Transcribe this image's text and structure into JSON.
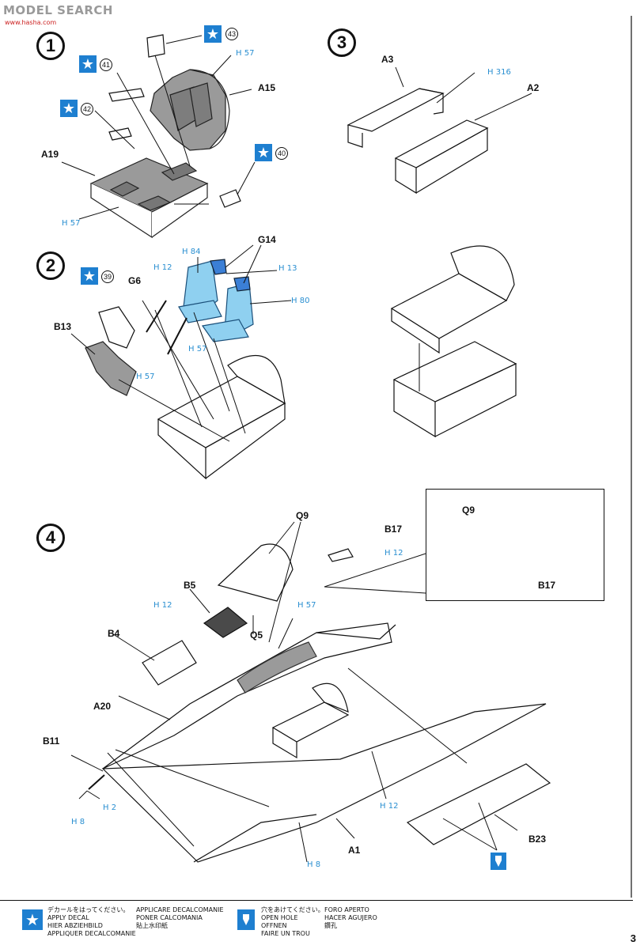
{
  "watermark": {
    "text": "MODEL SEARCH",
    "sub": "www.hasha.com"
  },
  "page_number": "3",
  "steps": [
    "1",
    "2",
    "3",
    "4"
  ],
  "parts": {
    "A15": "A15",
    "A19": "A19",
    "A3": "A3",
    "A2": "A2",
    "G14": "G14",
    "G6": "G6",
    "B13": "B13",
    "Q9": "Q9",
    "Q9_inset": "Q9",
    "B17": "B17",
    "B17_inset": "B17",
    "B5": "B5",
    "Q5": "Q5",
    "B4": "B4",
    "A20": "A20",
    "B11": "B11",
    "A1": "A1",
    "B23": "B23"
  },
  "colors": {
    "h57_a": "57",
    "h57_b": "57",
    "h316": "316",
    "h84": "84",
    "h13": "13",
    "h80": "80",
    "h12_a": "12",
    "h57_c": "57",
    "h57_d": "57",
    "h12_b": "12",
    "h12_c": "12",
    "h57_e": "57",
    "h2": "2",
    "h8_a": "8",
    "h12_d": "12",
    "h8_b": "8",
    "letter": "H"
  },
  "decals": {
    "d43": "43",
    "d41": "41",
    "d42": "42",
    "d40": "40",
    "d39": "39"
  },
  "icons": {
    "decal": "star-decal-icon",
    "hole": "drill-hole-icon"
  },
  "accent_color": "#2a8fd1",
  "legend": {
    "decal_jp": "デカールをはってください。",
    "decal_en": "APPLY DECAL",
    "decal_de": "HIER ABZIEHBILD",
    "decal_fr": "APPLIQUER DECALCOMANIE",
    "decal_it": "APPLICARE DECALCOMANIE",
    "decal_es": "PONER CALCOMANIA",
    "decal_zh": "貼上水印紙",
    "hole_jp": "穴をあけてください。",
    "hole_en": "OPEN HOLE",
    "hole_de": "OFFNEN",
    "hole_fr": "FAIRE UN TROU",
    "hole_it": "FORO APERTO",
    "hole_es": "HACER AGUJERO",
    "hole_zh": "鑽孔"
  }
}
